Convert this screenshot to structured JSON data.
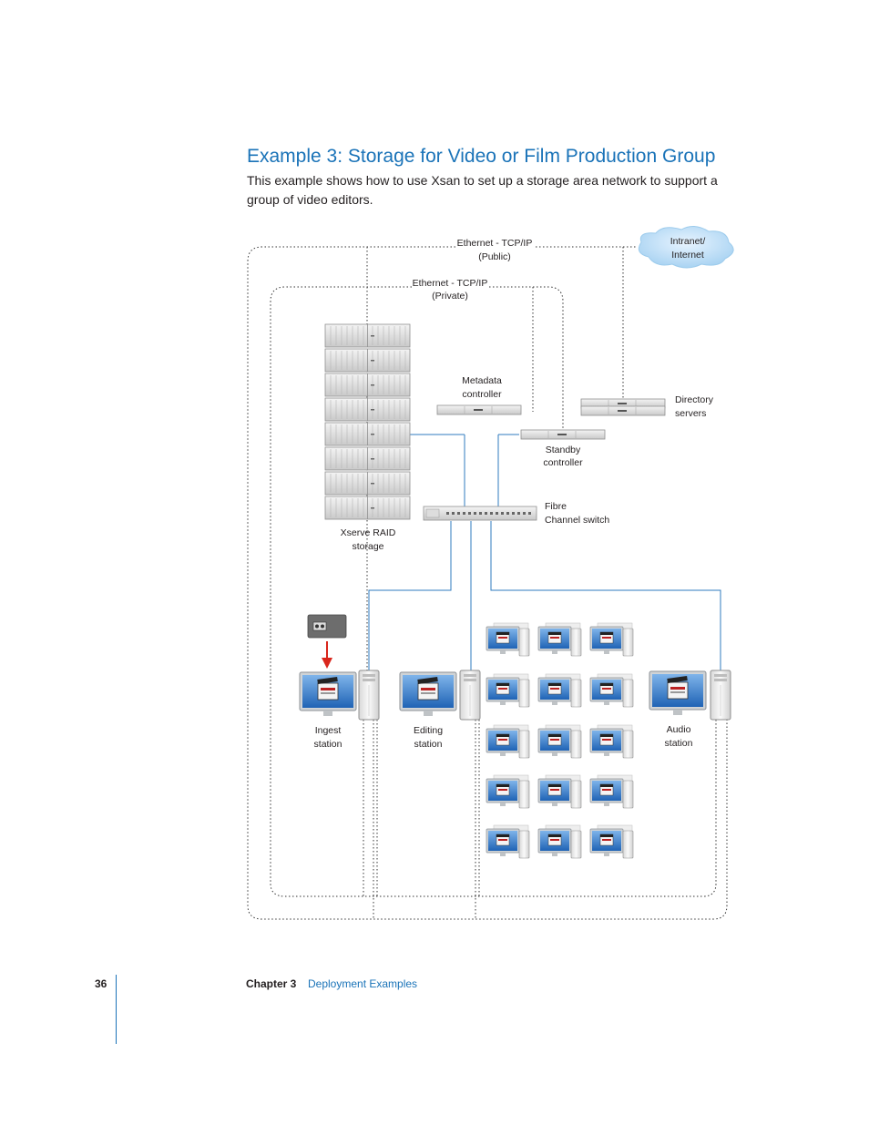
{
  "heading": "Example 3: Storage for Video or Film Production Group",
  "intro": "This example shows how to use Xsan to set up a storage area network to support a group of video editors.",
  "labels": {
    "eth_public_1": "Ethernet - TCP/IP",
    "eth_public_2": "(Public)",
    "eth_private_1": "Ethernet - TCP/IP",
    "eth_private_2": "(Private)",
    "cloud_1": "Intranet/",
    "cloud_2": "Internet",
    "metadata_1": "Metadata",
    "metadata_2": "controller",
    "directory_1": "Directory",
    "directory_2": "servers",
    "standby_1": "Standby",
    "standby_2": "controller",
    "fibre_1": "Fibre",
    "fibre_2": "Channel switch",
    "raid_1": "Xserve RAID",
    "raid_2": "storage",
    "ingest_1": "Ingest",
    "ingest_2": "station",
    "editing_1": "Editing",
    "editing_2": "station",
    "audio_1": "Audio",
    "audio_2": "station"
  },
  "colors": {
    "accent": "#1a73b8",
    "fibre": "#2f7bbf",
    "arrow": "#d9261c"
  },
  "footer": {
    "page_number": "36",
    "chapter": "Chapter 3",
    "section": "Deployment Examples"
  }
}
